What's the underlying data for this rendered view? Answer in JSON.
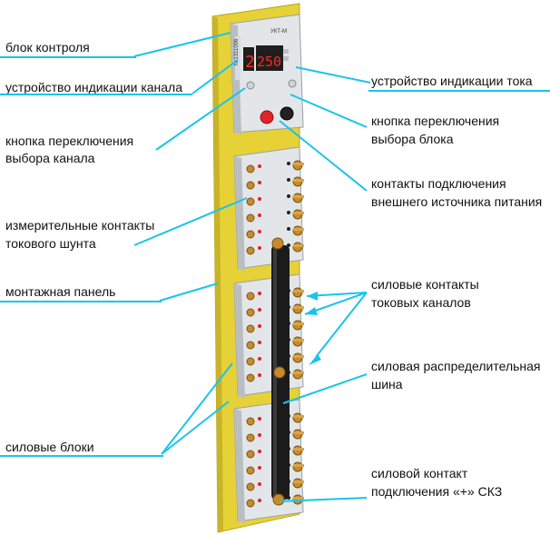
{
  "device": {
    "model": "УКТ-М",
    "serial": "№1311006",
    "channel_display": "2",
    "current_display": "250"
  },
  "labels": {
    "control_unit": "блок контроля",
    "channel_indicator": "устройство индикации канала",
    "channel_button": [
      "кнопка переключения",
      "выбора канала"
    ],
    "shunt_contacts": [
      "измерительные контакты",
      "токового шунта"
    ],
    "mounting_panel": "монтажная панель",
    "power_blocks": "силовые блоки",
    "current_indicator": "устройство индикации тока",
    "block_button": [
      "кнопка переключения",
      "выбора блока"
    ],
    "external_power": [
      "контакты подключения",
      "внешнего источника питания"
    ],
    "power_contacts": [
      "силовые контакты",
      "токовых каналов"
    ],
    "busbar": [
      "силовая распределительная",
      "шина"
    ],
    "plus_contact": [
      "силовой контакт",
      "подключения «+» СКЗ"
    ]
  },
  "colors": {
    "leader": "#19c4ec",
    "panel": "#e8d63a",
    "housing": "#dcdfe2",
    "display_red": "#ff2a1a",
    "bus": "#1b1b1b",
    "brass": "#c98a2b"
  }
}
